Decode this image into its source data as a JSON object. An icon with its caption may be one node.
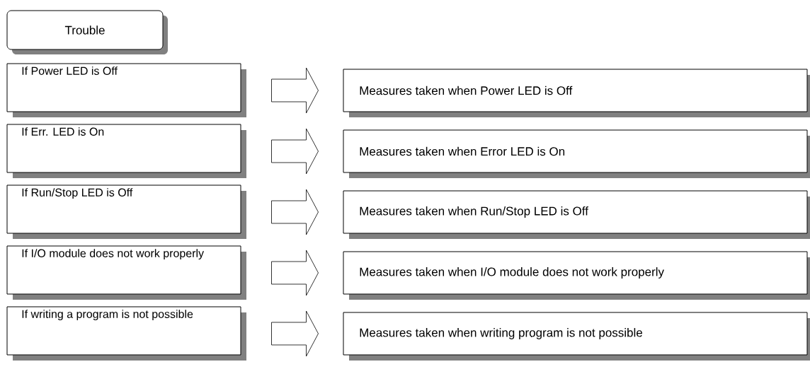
{
  "diagram": {
    "nodes": [
      {
        "text": [
          "Trouble"
        ]
      },
      {
        "text": [
          "If Power LED is Off"
        ]
      },
      {
        "text": [
          "Measures taken when Power LED is Off"
        ]
      },
      {
        "text": [
          "If Err. LED is On"
        ]
      },
      {
        "text": [
          "Measures taken when Error LED is On"
        ]
      },
      {
        "text": [
          "If Run/Stop LED is Off"
        ]
      },
      {
        "text": [
          "Measures taken when Run/Stop LED is Off"
        ]
      },
      {
        "text": [
          "If I/O module does not work properly"
        ]
      },
      {
        "text": [
          "Measures taken when I/O module does not work properly"
        ]
      },
      {
        "text": [
          "If writing a program is not possible"
        ]
      },
      {
        "text": [
          "Measures taken when writing program is not possible"
        ]
      }
    ],
    "edges": [
      {
        "from": 1,
        "to": 2,
        "arrow": "to"
      },
      {
        "from": 3,
        "to": 4,
        "arrow": "to"
      },
      {
        "from": 5,
        "to": 6,
        "arrow": "to"
      },
      {
        "from": 7,
        "to": 8,
        "arrow": "to"
      },
      {
        "from": 9,
        "to": 10,
        "arrow": "to"
      }
    ]
  }
}
